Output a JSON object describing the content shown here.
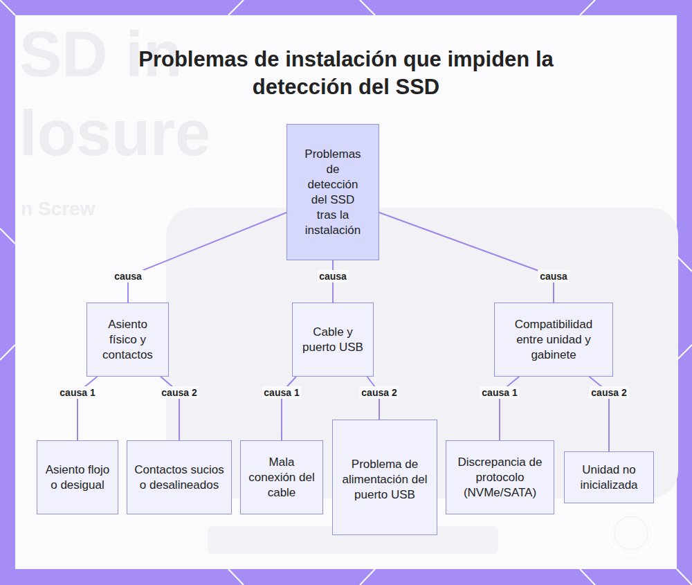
{
  "diagram": {
    "title": "Problemas de instalación que impiden la detección del SSD",
    "nodes": [
      {
        "text": [
          "Problemas de detección del SSD tras la instalación"
        ]
      },
      {
        "text": [
          "Asiento físico y contactos"
        ]
      },
      {
        "text": [
          "Cable y puerto USB"
        ]
      },
      {
        "text": [
          "Compatibilidad entre unidad y gabinete"
        ]
      },
      {
        "text": [
          "Asiento flojo o desigual"
        ]
      },
      {
        "text": [
          "Contactos sucios o desalineados"
        ]
      },
      {
        "text": [
          "Mala conexión del cable"
        ]
      },
      {
        "text": [
          "Problema de alimentación del puerto USB"
        ]
      },
      {
        "text": [
          "Discrepancia de protocolo (NVMe/SATA)"
        ]
      },
      {
        "text": [
          "Unidad no inicializada"
        ]
      }
    ],
    "edges": [
      {
        "from": 0,
        "to": 1,
        "label": "causa",
        "arrow": "none"
      },
      {
        "from": 0,
        "to": 2,
        "label": "causa",
        "arrow": "none"
      },
      {
        "from": 0,
        "to": 3,
        "label": "causa",
        "arrow": "none"
      },
      {
        "from": 1,
        "to": 4,
        "label": "causa 1",
        "arrow": "none"
      },
      {
        "from": 1,
        "to": 5,
        "label": "causa 2",
        "arrow": "none"
      },
      {
        "from": 2,
        "to": 6,
        "label": "causa 1",
        "arrow": "none"
      },
      {
        "from": 2,
        "to": 7,
        "label": "causa 2",
        "arrow": "none"
      },
      {
        "from": 3,
        "to": 8,
        "label": "causa 1",
        "arrow": "none"
      },
      {
        "from": 3,
        "to": 9,
        "label": "causa 2",
        "arrow": "none"
      }
    ],
    "labels": [
      "SD in",
      "losure",
      "n Screw"
    ]
  }
}
